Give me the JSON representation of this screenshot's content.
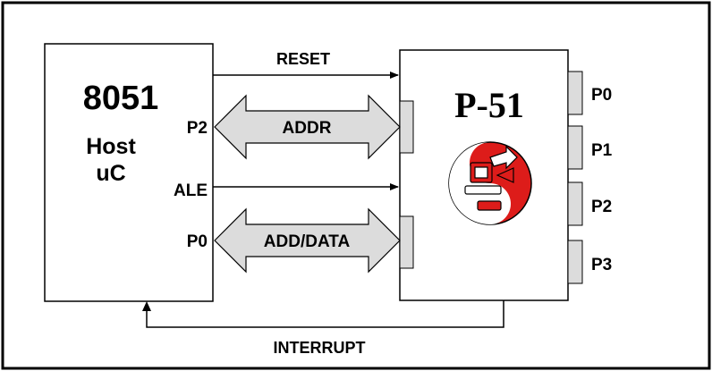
{
  "host": {
    "name": "8051",
    "line1": "Host",
    "line2": "uC",
    "port_p2": "P2",
    "port_ale": "ALE",
    "port_p0": "P0"
  },
  "device": {
    "name": "P-51",
    "ports": [
      "P0",
      "P1",
      "P2",
      "P3"
    ],
    "logo_colors": {
      "red": "#dd1c1a",
      "white": "#ffffff"
    }
  },
  "signals": {
    "reset": "RESET",
    "addr": "ADDR",
    "add_data": "ADD/DATA",
    "interrupt": "INTERRUPT"
  },
  "colors": {
    "bus_fill": "#dcdcdc",
    "port_fill": "#dcdcdc",
    "stroke": "#000000"
  }
}
